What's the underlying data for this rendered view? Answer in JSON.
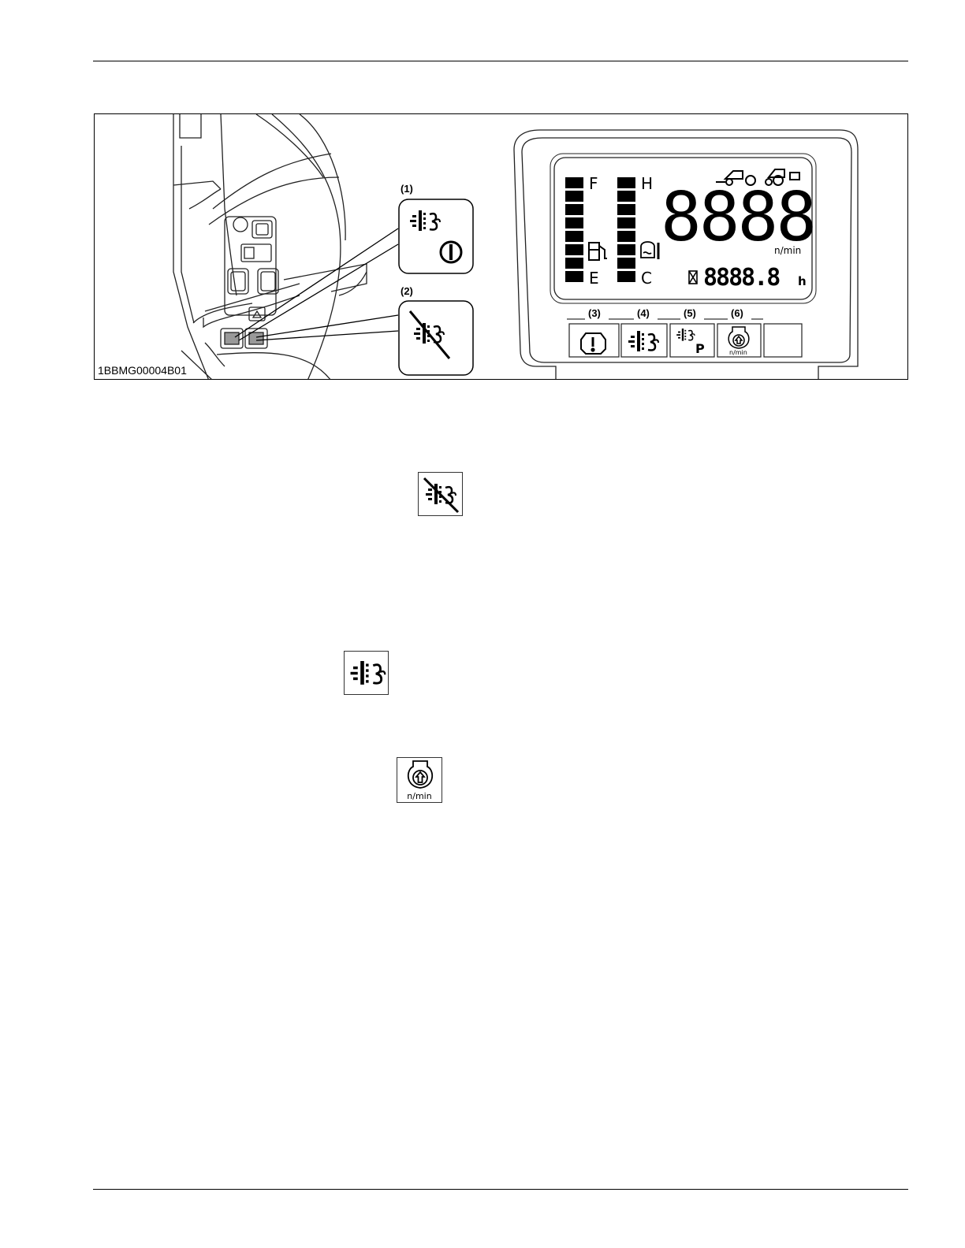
{
  "figure": {
    "id_label": "1BBMG00004B01",
    "callouts": [
      "(1)",
      "(2)",
      "(3)",
      "(4)",
      "(5)",
      "(6)"
    ],
    "lcd": {
      "fuel_full": "F",
      "fuel_empty": "E",
      "temp_hot": "H",
      "temp_cold": "C",
      "rpm_digits": "8888",
      "rpm_unit": "n/min",
      "hour_digits": "8888.8",
      "hour_unit": "h"
    },
    "tile5_letter": "P",
    "tile6_unit": "n/min"
  },
  "inline_icons": [
    {
      "name": "regeneration-inhibit-icon"
    },
    {
      "name": "dpf-icon"
    },
    {
      "name": "engine-rpm-up-icon",
      "unit": "n/min"
    }
  ]
}
